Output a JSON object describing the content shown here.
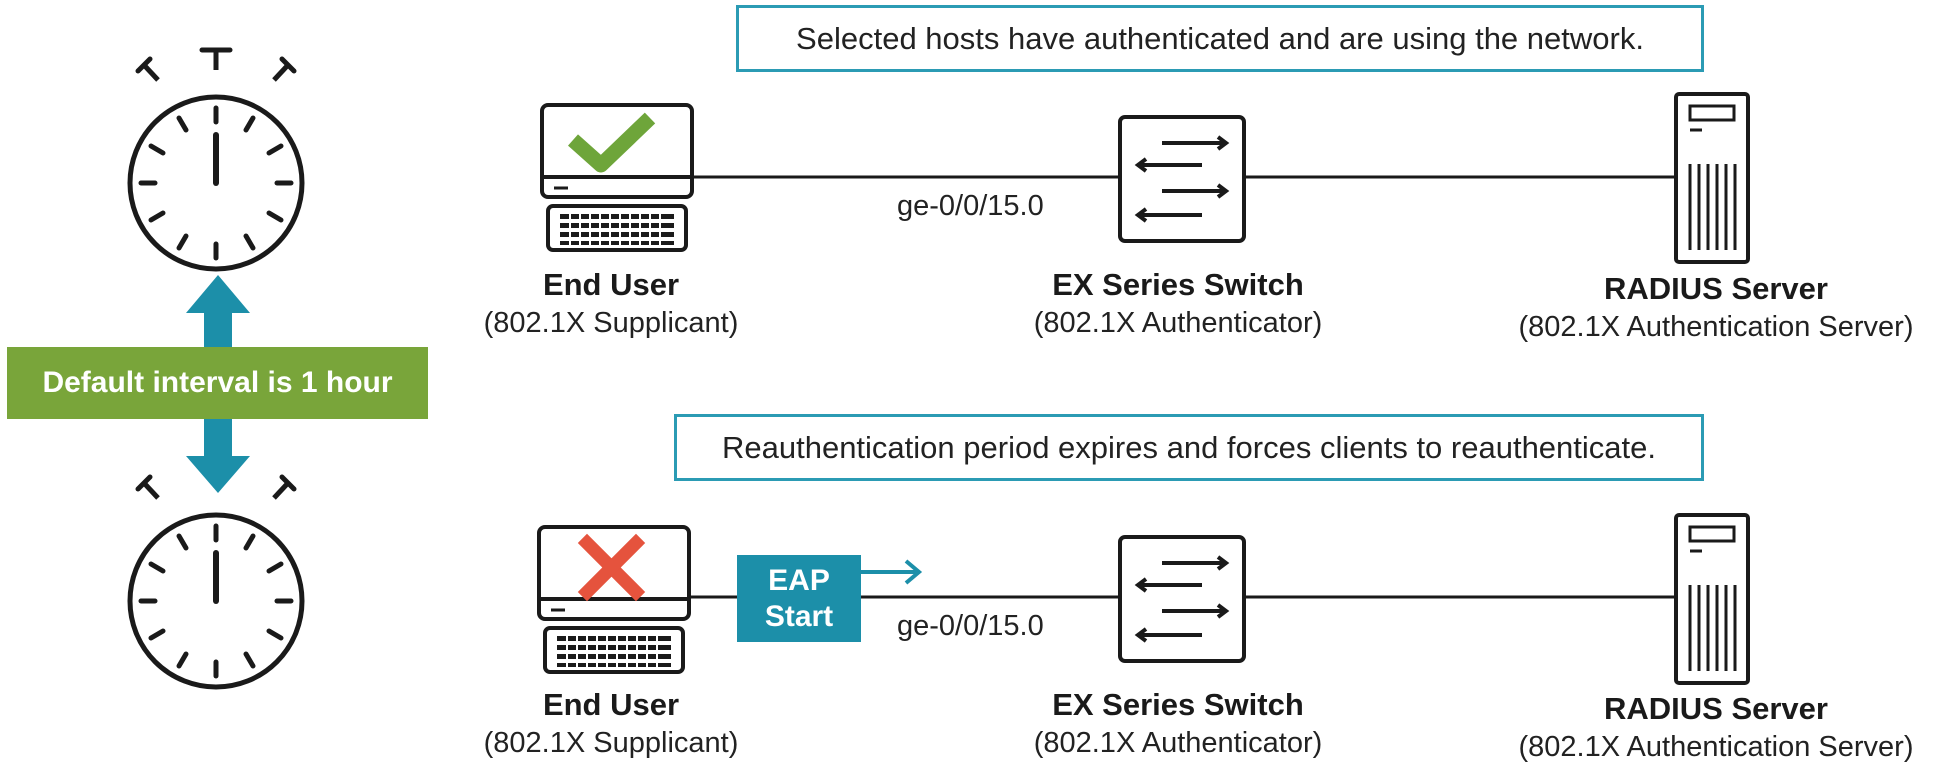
{
  "callouts": {
    "top": "Selected hosts have authenticated and are using the network.",
    "bottom": "Reauthentication period expires and forces clients to reauthenticate."
  },
  "interval_label": "Default interval is 1 hour",
  "eap": {
    "line1": "EAP",
    "line2": "Start"
  },
  "rows": [
    {
      "port": "ge-0/0/15.0",
      "status_icon": "checkmark-icon",
      "end_user": {
        "title": "End User",
        "subtitle": "(802.1X Supplicant)"
      },
      "switch": {
        "title": "EX Series Switch",
        "subtitle": "(802.1X Authenticator)"
      },
      "radius": {
        "title": "RADIUS Server",
        "subtitle": "(802.1X Authentication Server)"
      }
    },
    {
      "port": "ge-0/0/15.0",
      "status_icon": "x-mark-icon",
      "end_user": {
        "title": "End User",
        "subtitle": "(802.1X Supplicant)"
      },
      "switch": {
        "title": "EX Series Switch",
        "subtitle": "(802.1X Authenticator)"
      },
      "radius": {
        "title": "RADIUS Server",
        "subtitle": "(802.1X Authentication Server)"
      }
    }
  ],
  "colors": {
    "accent_teal": "#2b9bb4",
    "arrow_teal": "#1c8fa9",
    "green": "#79a53a",
    "check_green": "#6ea53a",
    "x_red": "#e5533d"
  }
}
